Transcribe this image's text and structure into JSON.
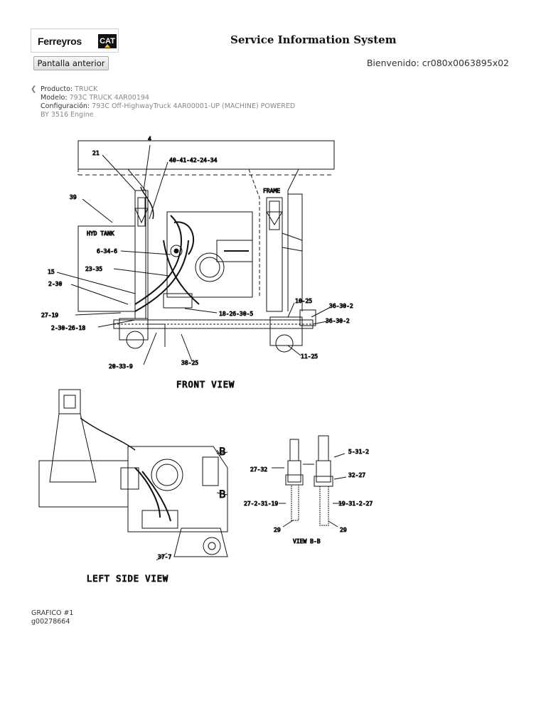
{
  "header": {
    "brand_name": "Ferreyros",
    "brand_badge": "CAT",
    "system_title": "Service Information System",
    "back_button_label": "Pantalla anterior",
    "welcome_text": "Bienvenido: cr080x0063895x02"
  },
  "product_info": {
    "chevron_icon": "chevron-left-icon",
    "producto_label": "Producto:",
    "producto_value": "TRUCK",
    "modelo_label": "Modelo:",
    "modelo_value": "793C TRUCK 4AR00194",
    "configuracion_label": "Configuración:",
    "configuracion_value": "793C Off-HighwayTruck 4AR00001-UP (MACHINE) POWERED",
    "configuracion_value_cont": "BY 3516 Engine"
  },
  "diagram": {
    "front_view_label": "FRONT VIEW",
    "left_side_view_label": "LEFT SIDE VIEW",
    "view_bb_label": "VIEW B-B",
    "frame_label": "FRAME",
    "hyd_tank_label": "HYD TANK",
    "callouts": {
      "c4": "4",
      "c21": "21",
      "c40": "40-41-42-24-34",
      "c39": "39",
      "c6": "6-34-6",
      "c23": "23-35",
      "c15": "15",
      "c2_30": "2-30",
      "c27_19": "27-19",
      "c2_30_26": "2-30-26-18",
      "c18": "18-26-30-5",
      "c10_25": "10-25",
      "c36a": "36-30-2",
      "c36b": "36-30-2",
      "c11": "11-25",
      "c20": "20-33-9",
      "c38": "38-25",
      "c5_31": "5-31-2",
      "c27_32": "27-32",
      "c32_27": "32-27",
      "c27_2": "27-2-31-19",
      "c19_31": "19-31-2-27",
      "c29a": "29",
      "c29b": "29",
      "c37": "37-7",
      "b_upper": "B",
      "b_lower": "B"
    }
  },
  "caption": {
    "grafico": "GRAFICO #1",
    "code": "g00278664"
  },
  "colors": {
    "cat_badge": "#111111",
    "cat_triangle": "#f2c318",
    "text_muted": "#888888"
  }
}
